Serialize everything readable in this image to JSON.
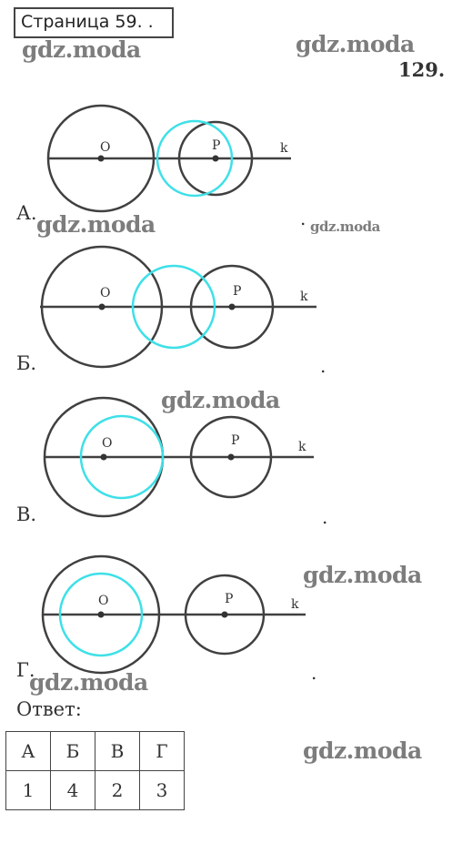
{
  "header": {
    "page_label": "Страница 59. ."
  },
  "problem_number": "129.",
  "watermark": "gdz.moda",
  "figures": [
    {
      "label": "А.",
      "center_o": "O",
      "center_p": "P",
      "line": "k"
    },
    {
      "label": "Б.",
      "center_o": "O",
      "center_p": "P",
      "line": "k"
    },
    {
      "label": "В.",
      "center_o": "O",
      "center_p": "P",
      "line": "k"
    },
    {
      "label": "Г.",
      "center_o": "O",
      "center_p": "P",
      "line": "k"
    }
  ],
  "period": ".",
  "answer": {
    "title": "Ответ:",
    "headers": [
      "А",
      "Б",
      "В",
      "Г"
    ],
    "values": [
      "1",
      "4",
      "2",
      "3"
    ]
  },
  "colors": {
    "stroke": "#404040",
    "highlight": "#3ee0e8",
    "watermark": "#7d7d7d"
  }
}
